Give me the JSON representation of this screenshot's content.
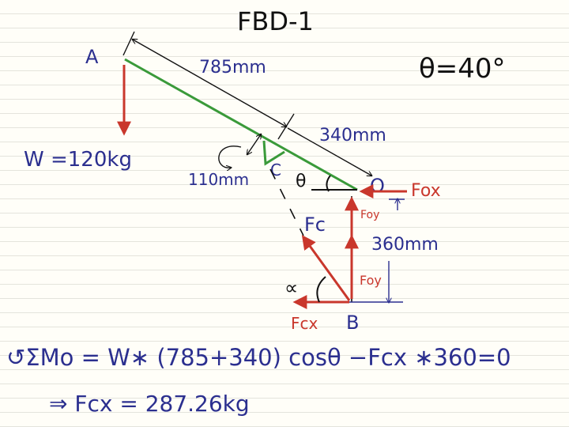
{
  "title": "FBD-1",
  "theta_value": "θ=40°",
  "labels": {
    "point_a": "A",
    "point_b": "B",
    "point_c": "C",
    "point_o": "O",
    "theta": "θ",
    "alpha": "∝",
    "dim_785": "785mm",
    "dim_340": "340mm",
    "dim_110": "110mm",
    "dim_360": "360mm",
    "weight": "W =120kg",
    "f_ox": "Fox",
    "f_oy_top": "Foy",
    "f_oy_bottom": "Foy",
    "f_c": "Fc",
    "f_cx": "Fcx"
  },
  "equations": {
    "moment": "↺ΣMo = W∗ (785+340) cosθ −Fcx ∗360=0",
    "result": "⇒ Fcx = 287.26kg"
  },
  "colors": {
    "ink_blue": "#2b2f8f",
    "force_red": "#c9372c",
    "member_green": "#3a9a3a",
    "pencil": "#111111"
  }
}
